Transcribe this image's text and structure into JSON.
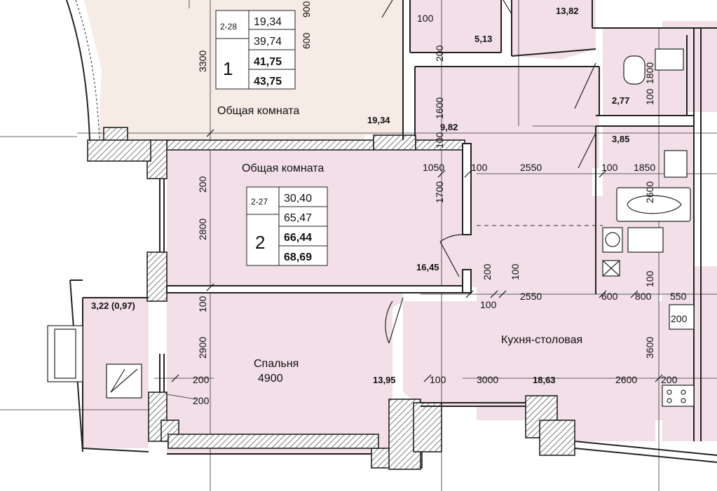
{
  "apartment_1": {
    "code": "2-28",
    "rooms": "1",
    "areas": [
      "19,34",
      "39,74",
      "41,75",
      "43,75"
    ],
    "room_label": "Общая комната",
    "room_area": "19,34"
  },
  "apartment_2": {
    "code": "2-27",
    "rooms": "2",
    "areas": [
      "30,40",
      "65,47",
      "66,44",
      "68,69"
    ],
    "common_room": {
      "label": "Общая комната",
      "area": "16,45"
    },
    "bedroom": {
      "label": "Спальня",
      "width": "4900",
      "area": "13,95"
    },
    "kitchen": {
      "label": "Кухня-столовая",
      "area": "18,63"
    },
    "hall_area": "9,82",
    "balcony_area": "3,22 (0,97)",
    "bath_area": "3,85",
    "wc_area": "2,77"
  },
  "other_areas": {
    "top_small": "5,13",
    "top_right": "13,82"
  },
  "dimensions": {
    "d3300": "3300",
    "d2800": "2800",
    "d2900": "2900",
    "d200a": "200",
    "d100a": "100",
    "d1600": "1600",
    "d1700": "1700",
    "d100b": "100",
    "d1050": "1050",
    "d100c": "100",
    "d2550a": "2550",
    "d100d": "100",
    "d1850": "1850",
    "d2600a": "2600",
    "d100e": "100",
    "d1800": "1800",
    "d100f": "100",
    "d200b": "200",
    "d100g": "100",
    "d100h": "100",
    "d2550b": "2550",
    "d600": "600",
    "d800": "800",
    "d550": "550",
    "d200c": "200",
    "d3600": "3600",
    "d100i": "100",
    "d3000": "3000",
    "d2600b": "2600",
    "d200d": "200",
    "d200e": "200",
    "d200f": "200",
    "d100top": "100",
    "d200top": "200",
    "d600top": "600",
    "d900top": "900"
  }
}
